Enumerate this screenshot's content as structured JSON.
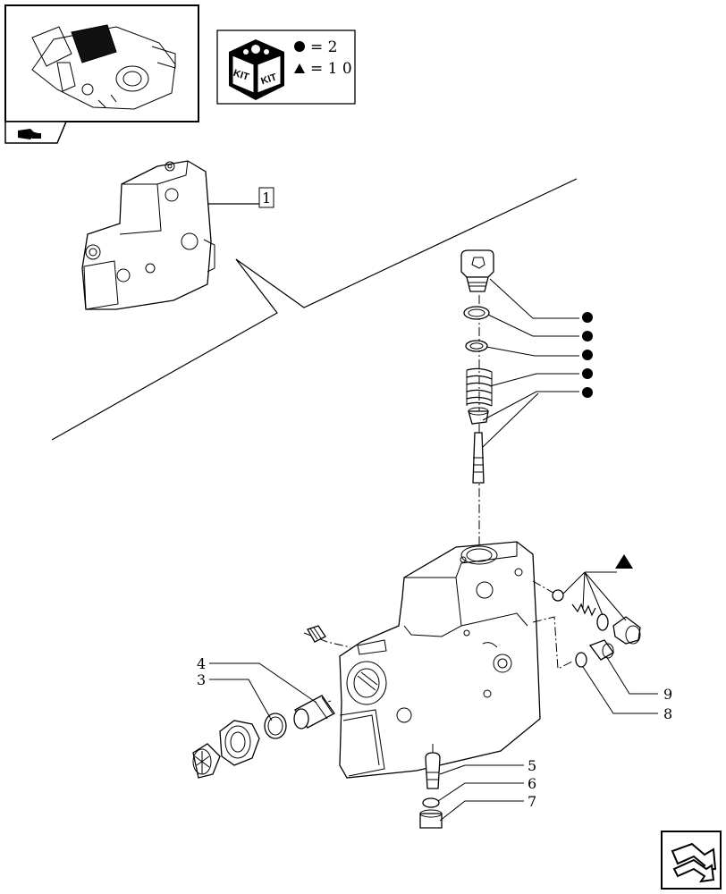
{
  "kit": {
    "box_text_top": "KIT",
    "box_text_bottom": "KIT",
    "circle_label": "= 2",
    "triangle_label": "= 1 0"
  },
  "callouts": {
    "ref_1": "1",
    "item_3": "3",
    "item_4": "4",
    "item_5": "5",
    "item_6": "6",
    "item_7": "7",
    "item_8": "8",
    "item_9": "9"
  },
  "colors": {
    "line": "#000000",
    "background": "#ffffff"
  },
  "icons": {
    "thumbnail": "valve-assembly-thumbnail",
    "kit": "kit-box-icon",
    "nav_prev": "page-back-arrow-icon",
    "nav_next": "page-next-arrow-icon"
  }
}
